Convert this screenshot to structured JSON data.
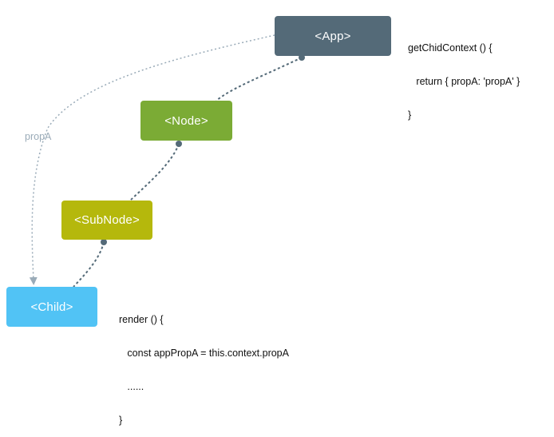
{
  "nodes": {
    "app": "<App>",
    "node": "<Node>",
    "subnode": "<SubNode>",
    "child": "<Child>"
  },
  "edge_label": "propA",
  "code": {
    "app": [
      "getChidContext () {",
      "   return { propA: 'propA' }",
      "}"
    ],
    "child": [
      "render () {",
      "   const appPropA = this.context.propA",
      "   ......",
      "}"
    ]
  },
  "colors": {
    "app": "#546a78",
    "node": "#7bab35",
    "subnode": "#b5b80c",
    "child": "#51c3f5",
    "connector": "#546a78",
    "context_arrow": "#9aabb8"
  }
}
